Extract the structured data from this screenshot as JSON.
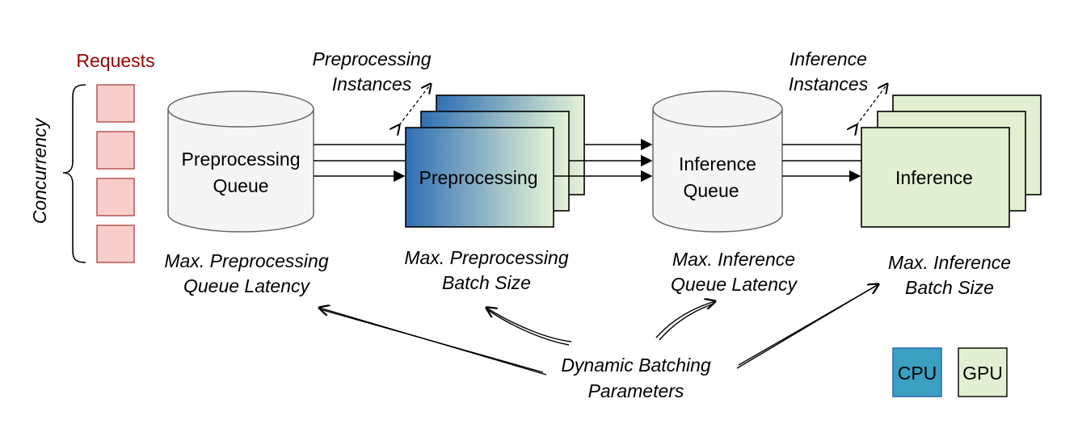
{
  "requests": {
    "title": "Requests",
    "count": 4,
    "concurrency_label": "Concurrency"
  },
  "preprocessing_queue": {
    "line1": "Preprocessing",
    "line2": "Queue",
    "param_line1": "Max. Preprocessing",
    "param_line2": "Queue Latency"
  },
  "preprocessing": {
    "instances_line1": "Preprocessing",
    "instances_line2": "Instances",
    "label": "Preprocessing",
    "param_line1": "Max. Preprocessing",
    "param_line2": "Batch Size"
  },
  "inference_queue": {
    "line1": "Inference",
    "line2": "Queue",
    "param_line1": "Max. Inference",
    "param_line2": "Queue Latency"
  },
  "inference": {
    "instances_line1": "Inference",
    "instances_line2": "Instances",
    "label": "Inference",
    "param_line1": "Max. Inference",
    "param_line2": "Batch Size"
  },
  "dynamic_batching": {
    "line1": "Dynamic Batching",
    "line2": "Parameters"
  },
  "legend": {
    "cpu": "CPU",
    "gpu": "GPU"
  },
  "colors": {
    "request_fill": "#f8cecc",
    "request_stroke": "#b85450",
    "requests_title": "#990000",
    "cylinder_fill": "#f5f5f5",
    "cylinder_stroke": "#666666",
    "gpu_fill": "#e0f0d0",
    "cpu_fill": "#3a9fc0",
    "cpu_blue": "#2f6fb3"
  }
}
